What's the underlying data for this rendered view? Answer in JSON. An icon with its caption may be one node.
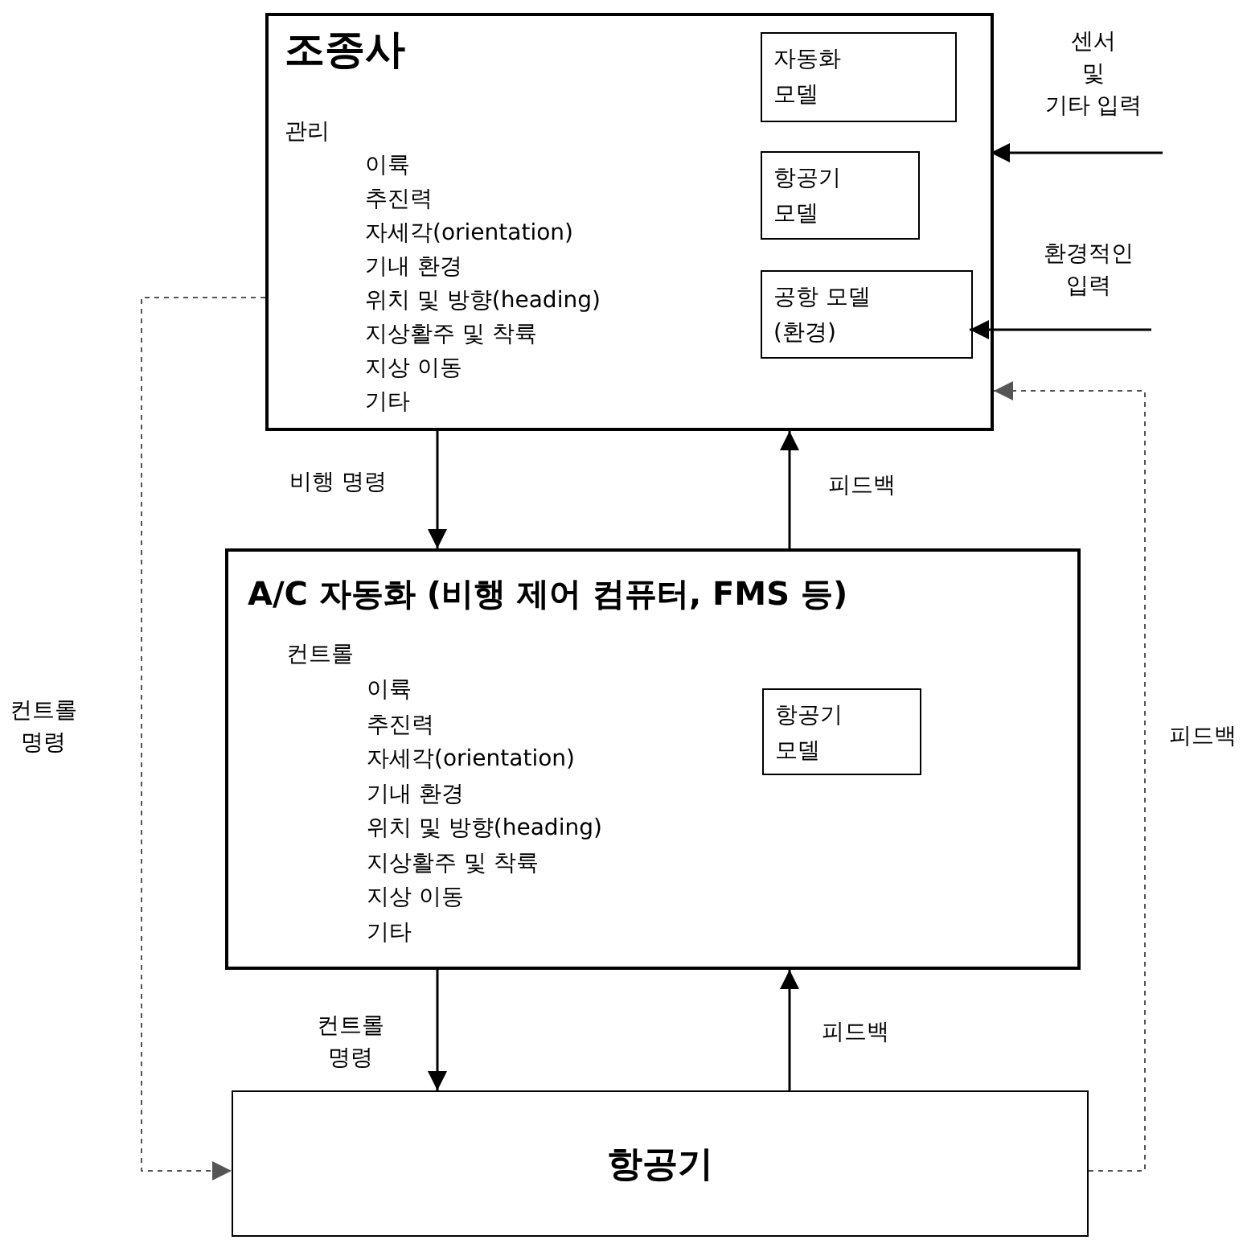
{
  "diagram": {
    "nodes": [
      {
        "text": [
          "조종사",
          "관리",
          "이륙",
          "추진력",
          "자세각(orientation)",
          "기내 환경",
          "위치 및 방향(heading)",
          "지상활주 및 착륙",
          "지상 이동",
          "기타"
        ]
      },
      {
        "text": [
          "자동화 모델"
        ],
        "in": 0
      },
      {
        "text": [
          "항공기 모델"
        ],
        "in": 0
      },
      {
        "text": [
          "공항 모델 (환경)"
        ],
        "in": 0
      },
      {
        "text": [
          "센서 및 기타 입력"
        ]
      },
      {
        "text": [
          "환경적인 입력"
        ]
      },
      {
        "text": [
          "A/C 자동화 (비행 제어 컴퓨터, FMS 등)",
          "컨트롤",
          "이륙",
          "추진력",
          "자세각(orientation)",
          "기내 환경",
          "위치 및 방향(heading)",
          "지상활주 및 착륙",
          "지상 이동",
          "기타"
        ]
      },
      {
        "text": [
          "항공기 모델"
        ],
        "in": 6
      },
      {
        "text": [
          "항공기"
        ]
      }
    ],
    "edges": [
      {
        "from": 4,
        "to": 0,
        "arrow": "to"
      },
      {
        "from": 5,
        "to": 3,
        "arrow": "to"
      },
      {
        "from": 0,
        "to": 6,
        "arrow": "to",
        "label": "비행 명령"
      },
      {
        "from": 6,
        "to": 0,
        "arrow": "to",
        "label": "피드백"
      },
      {
        "from": 6,
        "to": 8,
        "arrow": "to",
        "label": "컨트롤 명령"
      },
      {
        "from": 8,
        "to": 6,
        "arrow": "to",
        "label": "피드백"
      },
      {
        "from": 0,
        "to": 8,
        "arrow": "to",
        "label": "컨트롤 명령",
        "style": "dashed",
        "color": "#555555"
      },
      {
        "from": 8,
        "to": 0,
        "arrow": "to",
        "label": "피드백",
        "style": "dashed",
        "color": "#555555"
      }
    ]
  }
}
